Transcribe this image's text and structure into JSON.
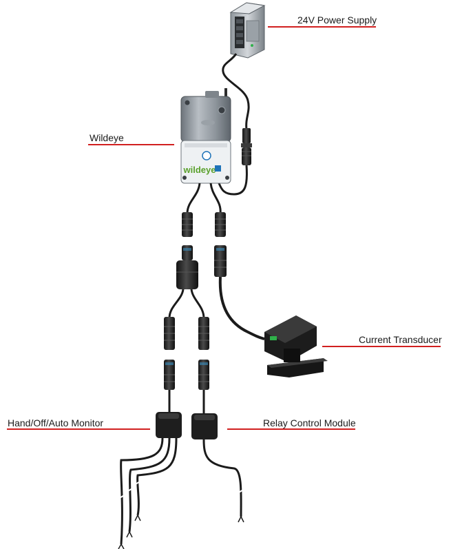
{
  "labels": {
    "power_supply": "24V Power Supply",
    "wildeye": "Wildeye",
    "current_transducer": "Current Transducer",
    "hand_off_auto": "Hand/Off/Auto Monitor",
    "relay_control": "Relay Control Module"
  },
  "device": {
    "brand": "wildeye"
  },
  "colors": {
    "callout_line": "#d11f1f",
    "device_body": "#8a929a",
    "cable": "#1b1b1b",
    "brand_blue": "#1e73b8",
    "brand_green": "#5aa02c"
  }
}
